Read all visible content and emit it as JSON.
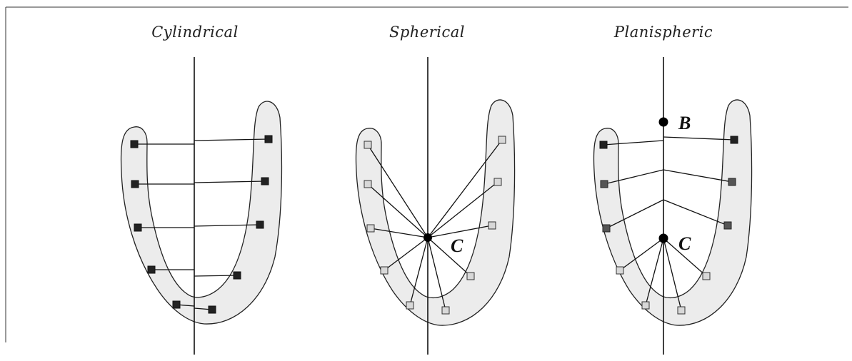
{
  "panels": [
    {
      "title": "Cylindrical",
      "center_label": ""
    },
    {
      "title": "Spherical",
      "center_label": "C"
    },
    {
      "title": "Planispheric",
      "top_label": "B",
      "center_label": "C"
    }
  ],
  "colors": {
    "wall_fill": "#ececec",
    "line": "#111111",
    "marker_dark": "#222222",
    "marker_light": "#d8d8d8"
  }
}
